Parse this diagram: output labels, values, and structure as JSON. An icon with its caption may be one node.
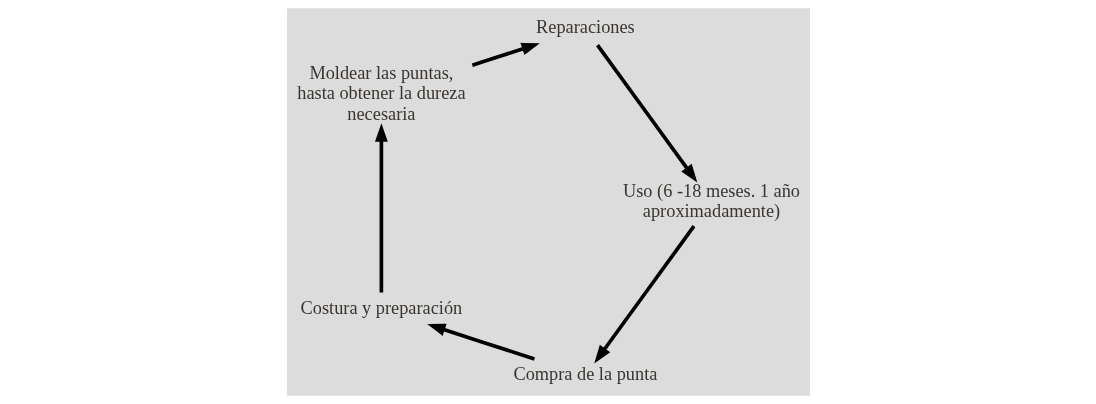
{
  "diagram": {
    "nodes": [
      {
        "text": [
          "Compra de la punta"
        ]
      },
      {
        "text": [
          "Costura y preparación"
        ]
      },
      {
        "text": [
          "Moldear las puntas, hasta obtener la dureza necesaria"
        ]
      },
      {
        "text": [
          "Reparaciones"
        ]
      },
      {
        "text": [
          "Uso (6 -18 meses. 1 año aproximadamente)"
        ]
      }
    ],
    "edges": [
      {
        "from": 4,
        "to": 0,
        "arrow": "to"
      },
      {
        "from": 0,
        "to": 1,
        "arrow": "to"
      },
      {
        "from": 1,
        "to": 2,
        "arrow": "to"
      },
      {
        "from": 2,
        "to": 3,
        "arrow": "to"
      },
      {
        "from": 3,
        "to": 4,
        "arrow": "to"
      }
    ]
  }
}
